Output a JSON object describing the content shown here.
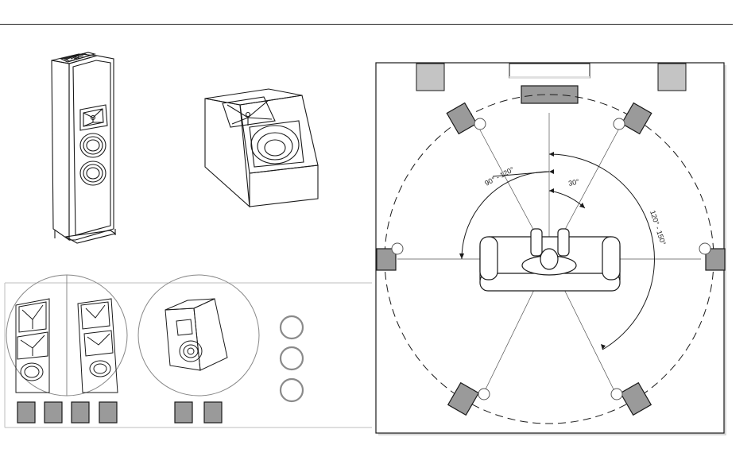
{
  "layout_diagram": {
    "angle_labels": {
      "front": "30°",
      "side": "90° - 120°",
      "rear": "120° - 150°"
    }
  },
  "legend": {
    "floorstanding_swatches": 4,
    "elevation_swatches": 2,
    "circle_markers": 3
  },
  "colors": {
    "speaker_fill": "#9a9a9a",
    "speaker_light": "#c4c4c4",
    "line": "#1a1a1a",
    "panel_border": "#bdbdbd"
  }
}
